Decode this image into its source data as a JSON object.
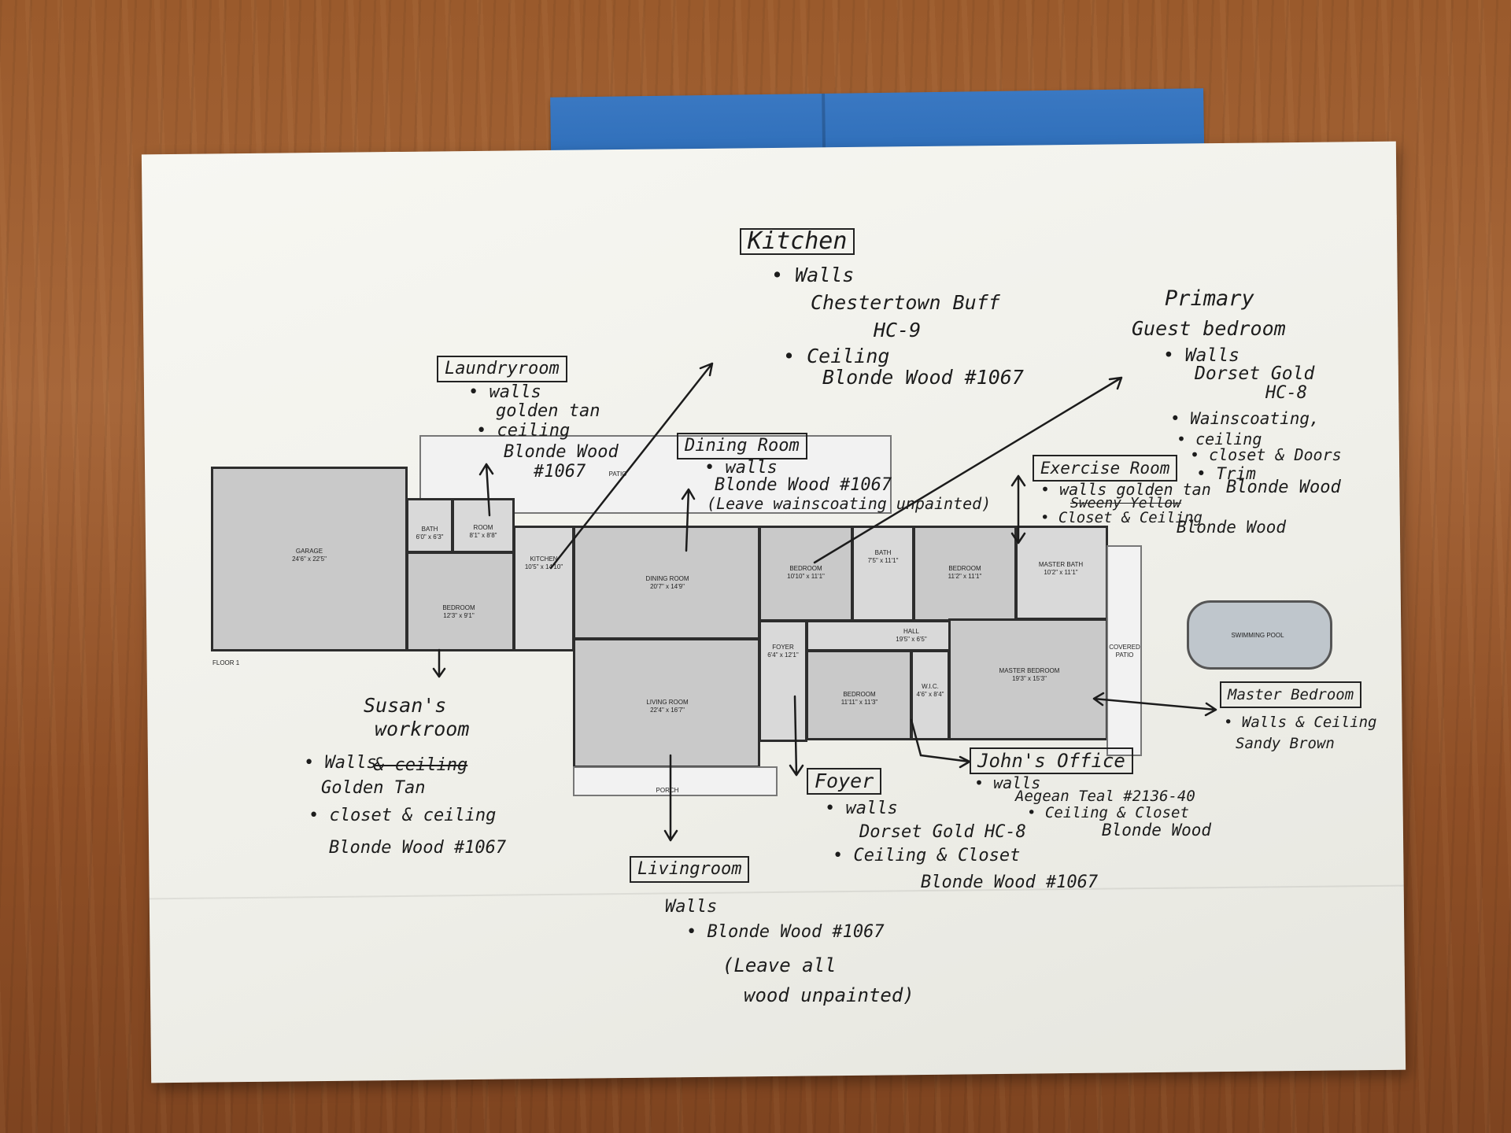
{
  "plan": {
    "garage": "GARAGE\n24'6\" x 22'5\"",
    "bath_small": "BATH\n6'0\" x 6'3\"",
    "laundry_room": "ROOM\n8'1\" x 8'8\"",
    "patio": "PATIO",
    "bedroom_left": "BEDROOM\n12'3\" x 9'1\"",
    "floor": "FLOOR 1",
    "kitchen": "KITCHEN\n10'5\" x 14'10\"",
    "dining": "DINING ROOM\n20'7\" x 14'9\"",
    "living": "LIVING ROOM\n22'4\" x 16'7\"",
    "porch": "PORCH",
    "foyer": "FOYER\n6'4\" x 12'1\"",
    "bedroom_mid": "BEDROOM\n10'10\" x 11'1\"",
    "bath_mid": "BATH\n7'5\" x 11'1\"",
    "bedroom_right": "BEDROOM\n11'2\" x 11'1\"",
    "hall": "HALL\n19'5\" x 6'5\"",
    "bedroom_lower": "BEDROOM\n11'11\" x 11'3\"",
    "wic": "W.I.C.\n4'6\" x 8'4\"",
    "master_bath": "MASTER BATH\n10'2\" x 11'1\"",
    "master_bedroom": "MASTER BEDROOM\n19'3\" x 15'3\"",
    "covered_patio": "COVERED PATIO",
    "pool": "SWIMMING POOL"
  },
  "notes": {
    "kitchen": {
      "title": "Kitchen",
      "l1": "• Walls",
      "l2": "Chestertown Buff",
      "l3": "HC-9",
      "l4": "• Ceiling",
      "l5": "Blonde Wood #1067"
    },
    "laundry": {
      "title": "Laundryroom",
      "l1": "• walls",
      "l2": "golden tan",
      "l3": "• ceiling",
      "l4": "Blonde Wood",
      "l5": "#1067"
    },
    "dining": {
      "title": "Dining Room",
      "l1": "• walls",
      "l2": "Blonde Wood #1067",
      "l3": "(Leave wainscoating unpainted)"
    },
    "primary": {
      "title1": "Primary",
      "title2": "Guest bedroom",
      "l1": "• Walls",
      "l2": "Dorset Gold",
      "l3": "HC-8",
      "l4": "• Wainscoating,",
      "l5": "• ceiling",
      "l6": "• closet & Doors",
      "l7": "• Trim",
      "l8": "Blonde Wood"
    },
    "exercise": {
      "title": "Exercise Room",
      "l1": "• walls golden tan",
      "l1_struck": "Sweeny Yellow",
      "l2": "• Closet & Ceiling",
      "l3": "Blonde Wood"
    },
    "susan": {
      "title1": "Susan's",
      "title2": "workroom",
      "l1": "• Walls",
      "l1_struck": "& ceiling",
      "l2": "Golden Tan",
      "l3": "• closet & ceiling",
      "l4": "Blonde Wood #1067"
    },
    "master": {
      "title": "Master Bedroom",
      "l1": "• Walls & Ceiling",
      "l2": "Sandy Brown"
    },
    "john": {
      "title": "John's Office",
      "l1": "• walls",
      "l2": "Aegean Teal #2136-40",
      "l3": "• Ceiling & Closet",
      "l4": "Blonde Wood"
    },
    "foyer": {
      "title": "Foyer",
      "l1": "• walls",
      "l2": "Dorset Gold HC-8",
      "l3": "• Ceiling & Closet",
      "l4": "Blonde Wood #1067"
    },
    "living": {
      "title": "Livingroom",
      "l1": "Walls",
      "l2": "• Blonde Wood #1067",
      "l3": "(Leave all",
      "l4": "wood unpainted)"
    }
  }
}
